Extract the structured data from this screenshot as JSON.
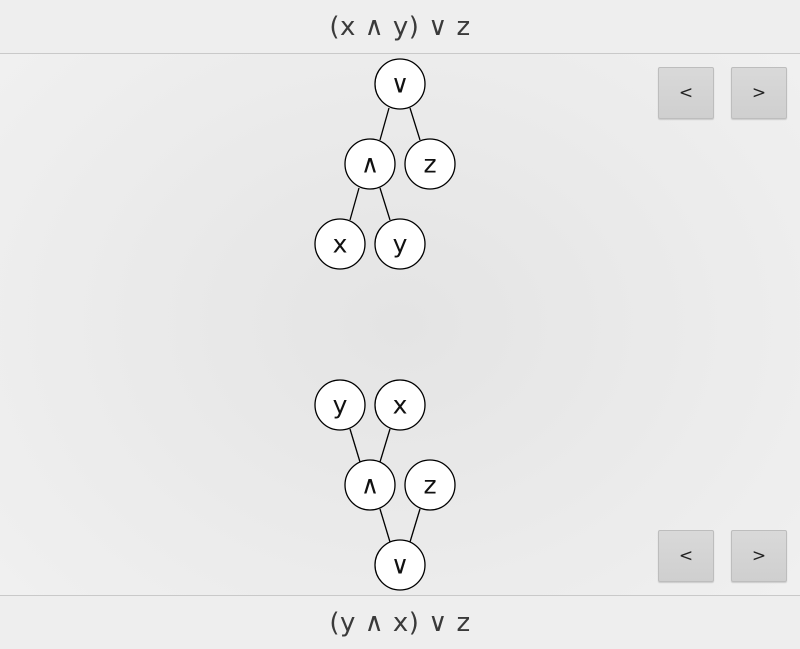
{
  "top": {
    "expression": "(x ∧ y) ∨ z",
    "prev_label": "<",
    "next_label": ">",
    "tree": [
      {
        "id": "or",
        "label": "∨"
      },
      {
        "id": "and",
        "label": "∧"
      },
      {
        "id": "z",
        "label": "z"
      },
      {
        "id": "x",
        "label": "x"
      },
      {
        "id": "y",
        "label": "y"
      }
    ]
  },
  "bottom": {
    "expression": "(y ∧ x) ∨ z",
    "prev_label": "<",
    "next_label": ">",
    "tree": [
      {
        "id": "y",
        "label": "y"
      },
      {
        "id": "x",
        "label": "x"
      },
      {
        "id": "and",
        "label": "∧"
      },
      {
        "id": "z",
        "label": "z"
      },
      {
        "id": "or",
        "label": "∨"
      }
    ]
  }
}
